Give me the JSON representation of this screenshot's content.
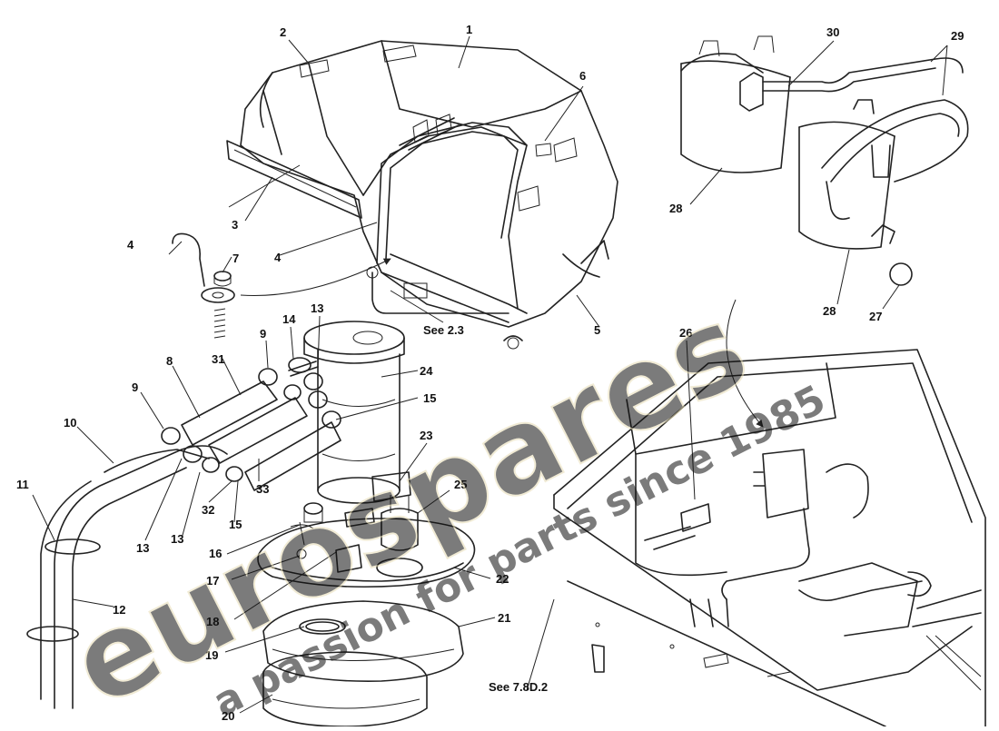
{
  "diagram": {
    "callouts": [
      "1",
      "2",
      "3",
      "4",
      "4",
      "5",
      "6",
      "7",
      "8",
      "9",
      "9",
      "10",
      "11",
      "12",
      "13",
      "13",
      "13",
      "14",
      "15",
      "15",
      "16",
      "17",
      "18",
      "19",
      "20",
      "21",
      "22",
      "23",
      "24",
      "25",
      "26",
      "27",
      "28",
      "28",
      "29",
      "30",
      "31",
      "32",
      "33"
    ],
    "references": [
      "See  2.3",
      "See  7.8D.2"
    ]
  },
  "watermark": {
    "brand": "eurospares",
    "tagline": "a passion for parts since 1985"
  },
  "colors": {
    "line": "#222222",
    "text": "#111111",
    "watermark": "#f2ead0"
  }
}
